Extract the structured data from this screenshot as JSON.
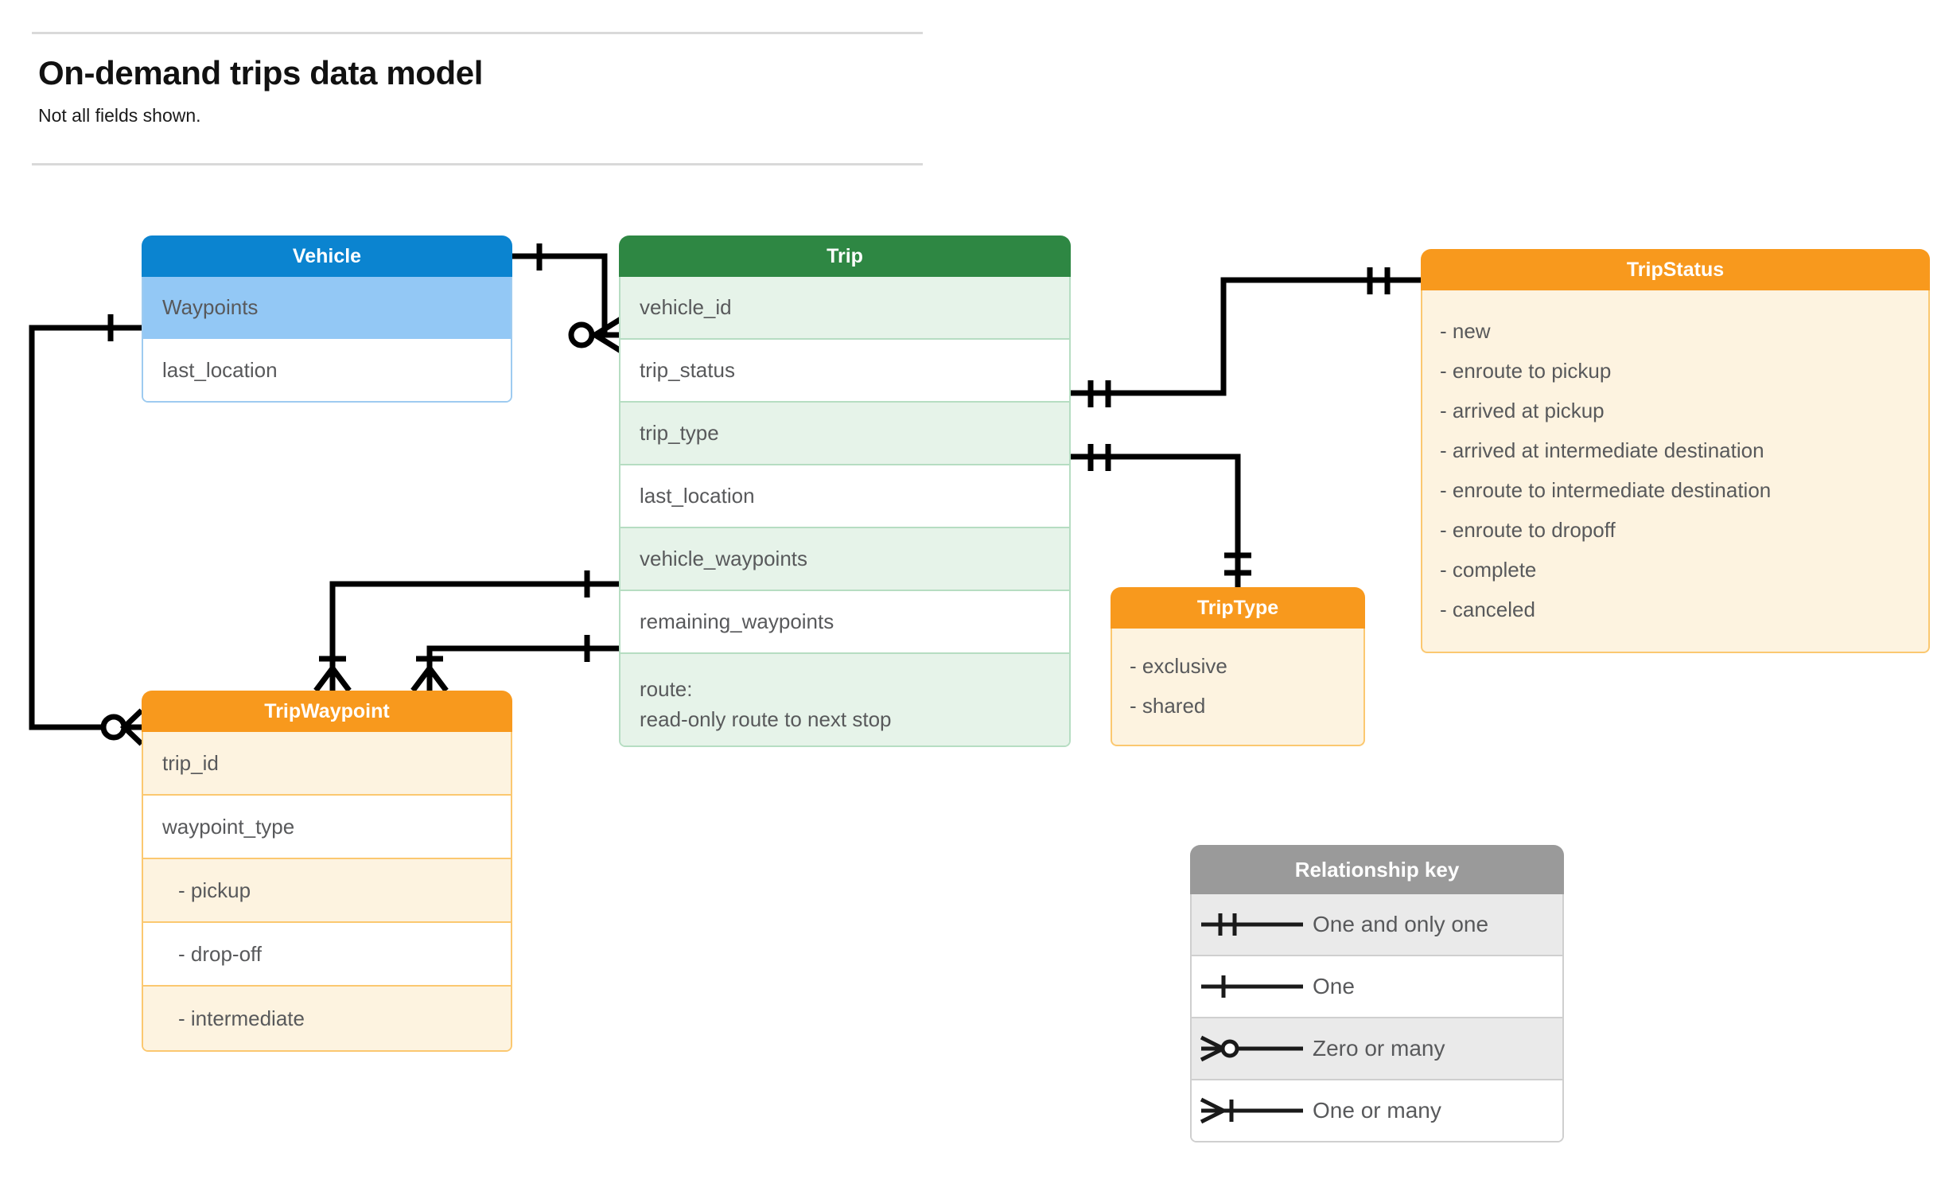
{
  "header": {
    "title": "On-demand trips data model",
    "subtitle": "Not all fields shown."
  },
  "entities": {
    "vehicle": {
      "name": "Vehicle",
      "header_color": "#0b84d0",
      "fields": [
        "Waypoints",
        "last_location"
      ]
    },
    "trip": {
      "name": "Trip",
      "header_color": "#2e8743",
      "fields": [
        "vehicle_id",
        "trip_status",
        "trip_type",
        "last_location",
        "vehicle_waypoints",
        "remaining_waypoints"
      ],
      "route_label": "route:",
      "route_desc": "read-only route to next stop"
    },
    "trip_status": {
      "name": "TripStatus",
      "header_color": "#f8991d",
      "values": [
        "- new",
        "- enroute to pickup",
        "- arrived at pickup",
        "- arrived at intermediate destination",
        "- enroute to intermediate destination",
        "- enroute to dropoff",
        "- complete",
        "- canceled"
      ]
    },
    "trip_type": {
      "name": "TripType",
      "header_color": "#f8991d",
      "values": [
        "- exclusive",
        "- shared"
      ]
    },
    "trip_waypoint": {
      "name": "TripWaypoint",
      "header_color": "#f8991d",
      "fields": [
        "trip_id",
        "waypoint_type"
      ],
      "waypoint_types": [
        "-  pickup",
        "-  drop-off",
        "-  intermediate"
      ]
    }
  },
  "relationship_key": {
    "title": "Relationship key",
    "header_color": "#9a9a9a",
    "rows": [
      {
        "symbol": "one-and-only-one",
        "label": "One and only one"
      },
      {
        "symbol": "one",
        "label": "One"
      },
      {
        "symbol": "zero-or-many",
        "label": "Zero or many"
      },
      {
        "symbol": "one-or-many",
        "label": "One or many"
      }
    ]
  },
  "relationships": [
    {
      "from": "Vehicle",
      "from_card": "one",
      "to": "Trip.vehicle_id",
      "to_card": "zero-or-many"
    },
    {
      "from": "Vehicle.Waypoints",
      "from_card": "one",
      "to": "TripWaypoint",
      "to_card": "zero-or-many"
    },
    {
      "from": "Trip.trip_status",
      "from_card": "one-and-only-one",
      "to": "TripStatus",
      "to_card": "one-and-only-one"
    },
    {
      "from": "Trip.trip_type",
      "from_card": "one-and-only-one",
      "to": "TripType",
      "to_card": "one-and-only-one"
    },
    {
      "from": "Trip.vehicle_waypoints",
      "from_card": "one",
      "to": "TripWaypoint",
      "to_card": "one-or-many"
    },
    {
      "from": "Trip.remaining_waypoints",
      "from_card": "one",
      "to": "TripWaypoint",
      "to_card": "one-or-many"
    }
  ]
}
